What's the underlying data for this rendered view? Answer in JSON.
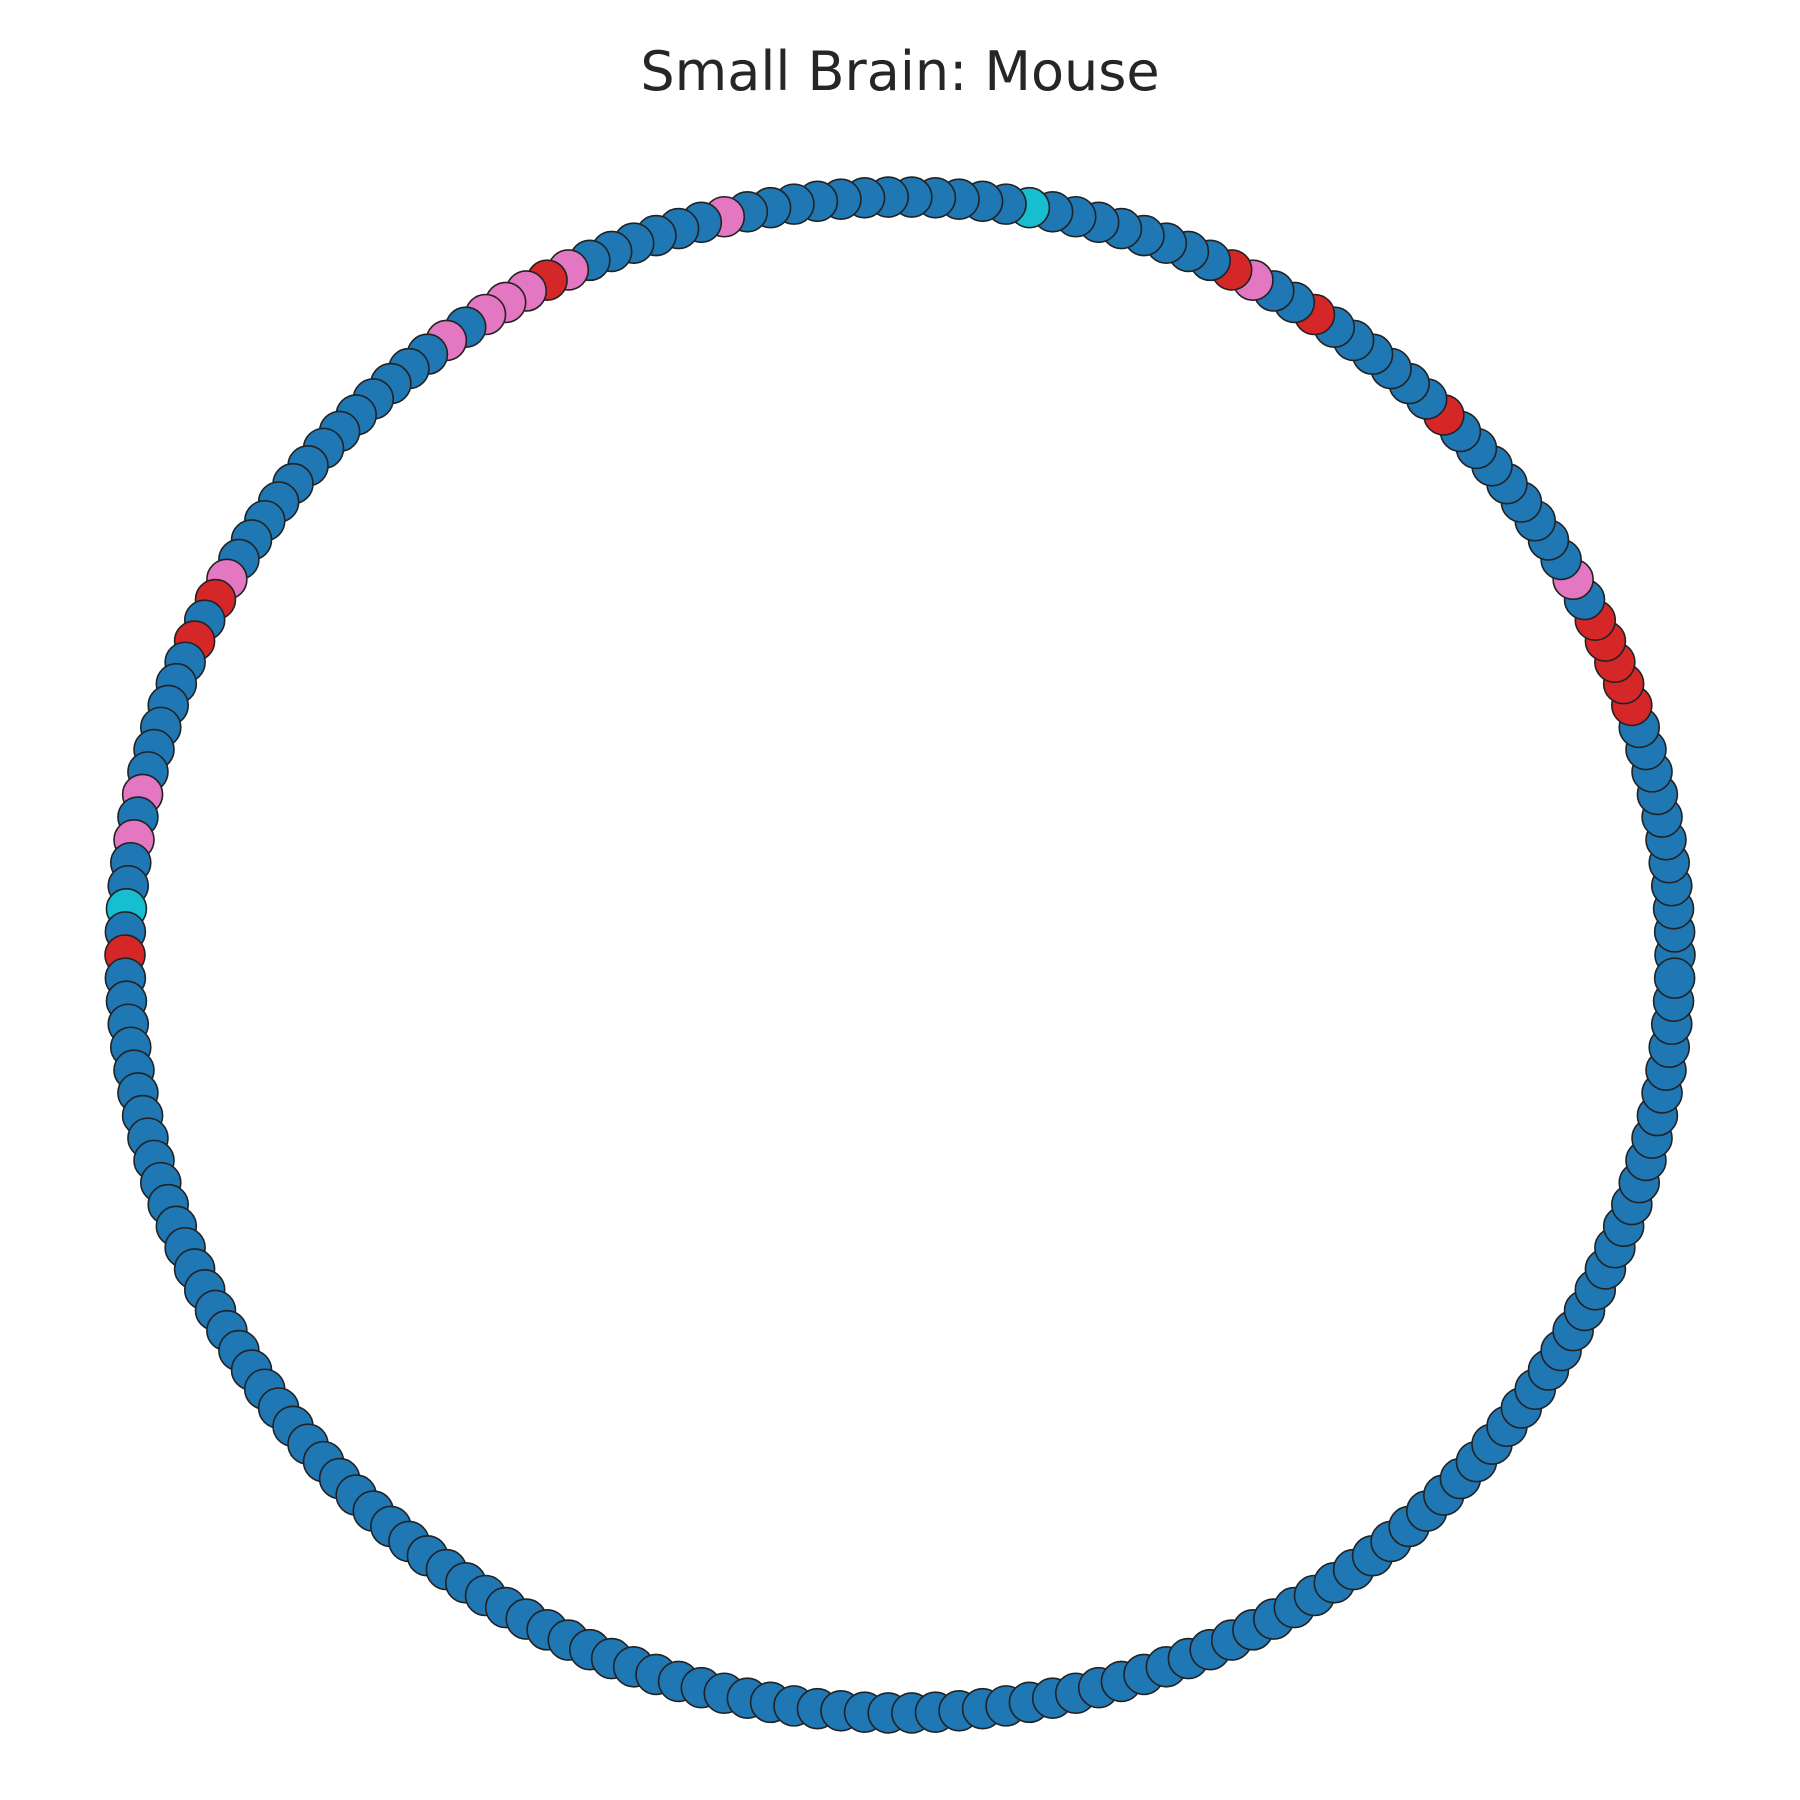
{
  "figure": {
    "title": "Small Brain: Mouse"
  },
  "colors": {
    "blue": "#1f77b4",
    "red": "#d62728",
    "pink": "#e377c2",
    "cyan": "#17becf"
  },
  "node_colors": [
    "blue",
    "blue",
    "blue",
    "blue",
    "blue",
    "blue",
    "blue",
    "blue",
    "blue",
    "blue",
    "blue",
    "red",
    "red",
    "red",
    "red",
    "red",
    "blue",
    "pink",
    "blue",
    "blue",
    "blue",
    "blue",
    "blue",
    "blue",
    "blue",
    "blue",
    "red",
    "blue",
    "blue",
    "blue",
    "blue",
    "blue",
    "blue",
    "red",
    "blue",
    "blue",
    "pink",
    "red",
    "blue",
    "blue",
    "blue",
    "blue",
    "blue",
    "blue",
    "blue",
    "blue",
    "cyan",
    "blue",
    "blue",
    "blue",
    "blue",
    "blue",
    "blue",
    "blue",
    "blue",
    "blue",
    "blue",
    "blue",
    "blue",
    "pink",
    "blue",
    "blue",
    "blue",
    "blue",
    "blue",
    "blue",
    "pink",
    "red",
    "pink",
    "pink",
    "pink",
    "blue",
    "pink",
    "blue",
    "blue",
    "blue",
    "blue",
    "blue",
    "blue",
    "blue",
    "blue",
    "blue",
    "blue",
    "blue",
    "blue",
    "blue",
    "pink",
    "red",
    "blue",
    "red",
    "blue",
    "blue",
    "blue",
    "blue",
    "blue",
    "blue",
    "pink",
    "blue",
    "pink",
    "blue",
    "blue",
    "cyan",
    "blue",
    "red",
    "blue",
    "blue",
    "blue",
    "blue",
    "blue",
    "blue",
    "blue",
    "blue",
    "blue",
    "blue",
    "blue",
    "blue",
    "blue",
    "blue",
    "blue",
    "blue",
    "blue",
    "blue",
    "blue",
    "blue",
    "blue",
    "blue",
    "blue",
    "blue",
    "blue",
    "blue",
    "blue",
    "blue",
    "blue",
    "blue",
    "blue",
    "blue",
    "blue",
    "blue",
    "blue",
    "blue",
    "blue",
    "blue",
    "blue",
    "blue",
    "blue",
    "blue",
    "blue",
    "blue",
    "blue",
    "blue",
    "blue",
    "blue",
    "blue",
    "blue",
    "blue",
    "blue",
    "blue",
    "blue",
    "blue",
    "blue",
    "blue",
    "blue",
    "blue",
    "blue",
    "blue",
    "blue",
    "blue",
    "blue",
    "blue",
    "blue",
    "blue",
    "blue",
    "blue",
    "blue",
    "blue",
    "blue",
    "blue",
    "blue",
    "blue",
    "blue",
    "blue",
    "blue",
    "blue",
    "blue",
    "blue",
    "blue",
    "blue",
    "blue",
    "blue",
    "blue",
    "blue",
    "blue",
    "blue",
    "blue",
    "blue",
    "blue",
    "blue",
    "blue",
    "blue",
    "blue",
    "blue",
    "blue",
    "blue",
    "blue",
    "blue",
    "blue"
  ]
}
